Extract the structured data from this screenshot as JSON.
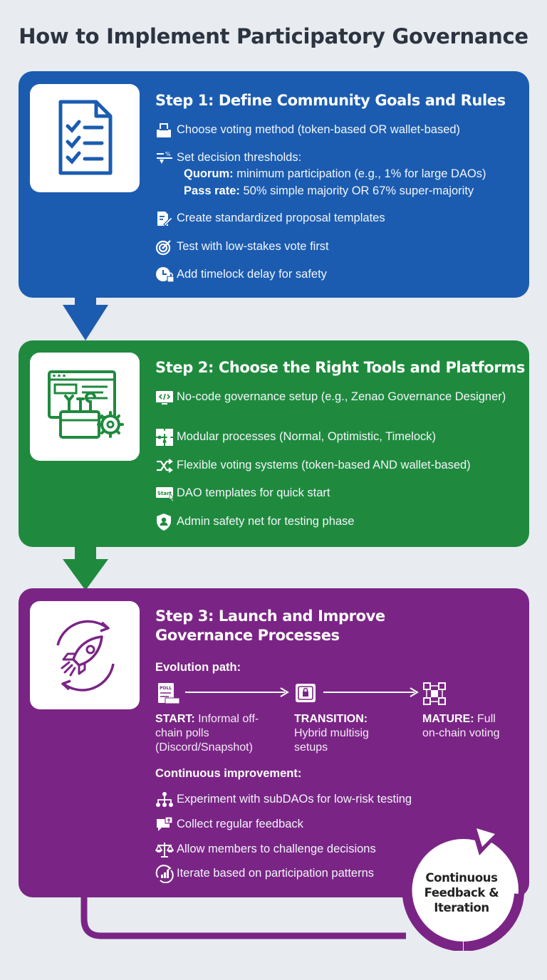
{
  "title": "How to Implement Participatory Governance",
  "colors": {
    "step1": "#1b5cb0",
    "step2": "#1f8a3e",
    "step3": "#7a2585",
    "background": "#e8ebf0"
  },
  "step1": {
    "title": "Step 1: Define Community Goals and Rules",
    "icon": "checklist-document-icon",
    "items": [
      {
        "icon": "ballot-box-icon",
        "text": "Choose voting method (token-based OR wallet-based)"
      },
      {
        "icon": "threshold-slider-icon",
        "text": "Set decision thresholds:"
      },
      {
        "icon": "pencil-document-icon",
        "text": "Create standardized proposal templates"
      },
      {
        "icon": "target-icon",
        "text": "Test with low-stakes vote first"
      },
      {
        "icon": "clock-lock-icon",
        "text": "Add timelock delay for safety"
      }
    ],
    "quorum_label": "Quorum:",
    "quorum_text": " minimum participation (e.g., 1% for large DAOs)",
    "pass_label": "Pass rate:",
    "pass_text": " 50% simple majority OR 67% super-majority"
  },
  "step2": {
    "title": "Step 2: Choose the Right Tools and Platforms",
    "icon": "toolbox-window-icon",
    "items": [
      {
        "icon": "code-window-icon",
        "text": "No-code governance setup (e.g., Zenao Governance Designer)"
      },
      {
        "icon": "puzzle-icon",
        "text": "Modular processes (Normal, Optimistic, Timelock)"
      },
      {
        "icon": "shuffle-icon",
        "text": "Flexible voting systems (token-based AND wallet-based)"
      },
      {
        "icon": "start-button-icon",
        "text": "DAO templates for quick start"
      },
      {
        "icon": "shield-user-icon",
        "text": "Admin safety net for testing phase"
      }
    ],
    "start_glyph": "Start"
  },
  "step3": {
    "title": "Step 3: Launch and Improve Governance Processes",
    "icon": "rocket-cycle-icon",
    "evolution_label": "Evolution path:",
    "stages": [
      {
        "label": "START:",
        "text": " Informal off-chain polls (Discord/Snapshot)",
        "icon": "poll-document-icon",
        "glyph": "POLL"
      },
      {
        "label": "TRANSITION:",
        "text": " Hybrid multisig setups",
        "icon": "safe-lock-icon"
      },
      {
        "label": "MATURE:",
        "text": " Full on-chain voting",
        "icon": "blockchain-icon"
      }
    ],
    "improvement_label": "Continuous improvement:",
    "items": [
      {
        "icon": "hierarchy-icon",
        "text": "Experiment with subDAOs for low-risk testing"
      },
      {
        "icon": "feedback-bubble-icon",
        "text": "Collect regular feedback"
      },
      {
        "icon": "scales-icon",
        "text": "Allow members to challenge decisions"
      },
      {
        "icon": "growth-chart-icon",
        "text": "Iterate based on participation patterns"
      }
    ]
  },
  "cycle": {
    "text": "Continuous Feedback & Iteration",
    "icon": "cycle-arrow-icon"
  }
}
